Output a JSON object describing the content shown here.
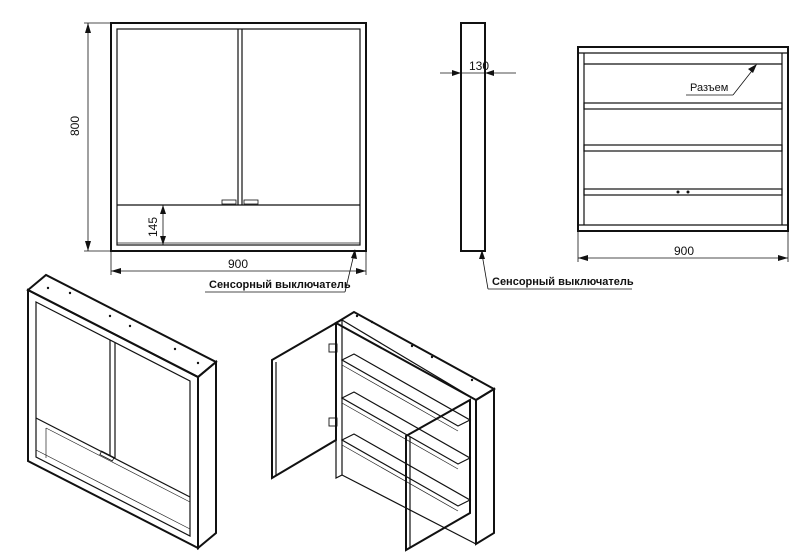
{
  "front_view": {
    "height_label": "800",
    "width_label": "900",
    "shelf_height_label": "145",
    "callout_label": "Сенсорный выключатель"
  },
  "side_view": {
    "depth_label": "130",
    "callout_label": "Сенсорный выключатель"
  },
  "inner_view": {
    "connector_label": "Разъем",
    "width_label": "900"
  }
}
